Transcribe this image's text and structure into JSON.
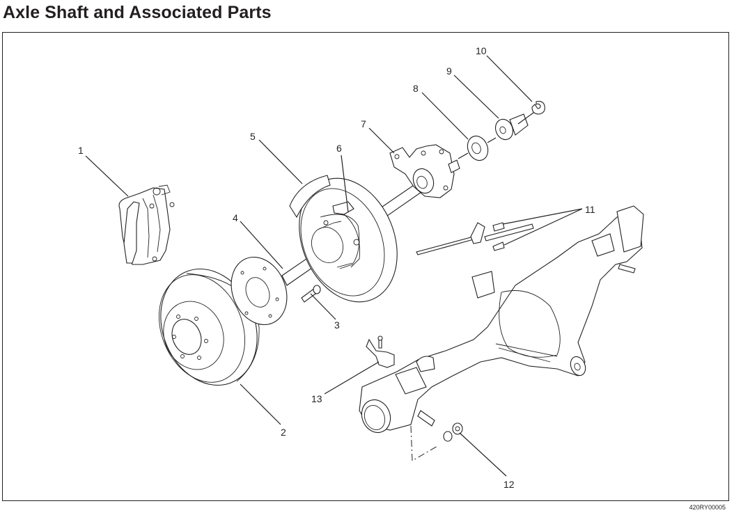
{
  "page": {
    "title": "Axle Shaft and Associated Parts",
    "figure_id": "420RY00005"
  },
  "callouts": [
    {
      "number": "1",
      "part": "brake-caliper"
    },
    {
      "number": "2",
      "part": "brake-disc"
    },
    {
      "number": "3",
      "part": "wheel-stud"
    },
    {
      "number": "4",
      "part": "axle-shaft"
    },
    {
      "number": "5",
      "part": "backing-plate"
    },
    {
      "number": "6",
      "part": "parking-brake-shoe"
    },
    {
      "number": "7",
      "part": "bearing-retainer-housing"
    },
    {
      "number": "8",
      "part": "oil-seal"
    },
    {
      "number": "9",
      "part": "bearing"
    },
    {
      "number": "10",
      "part": "snap-ring"
    },
    {
      "number": "11",
      "part": "parking-brake-cable-and-bolts"
    },
    {
      "number": "12",
      "part": "nut-and-washer"
    },
    {
      "number": "13",
      "part": "wheel-speed-sensor"
    }
  ],
  "colors": {
    "ink": "#231f20",
    "background": "#ffffff"
  }
}
